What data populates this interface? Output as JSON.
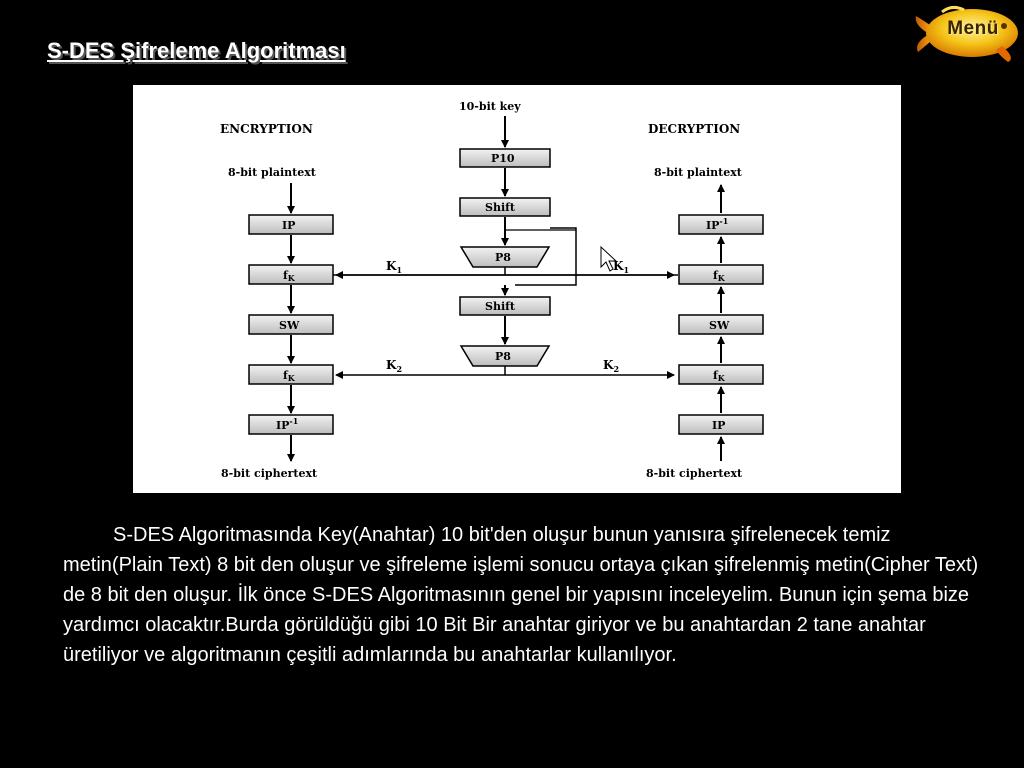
{
  "title": "S-DES Şifreleme Algoritması",
  "menu_button": {
    "label": "Menü",
    "icon": "sun-fish-icon"
  },
  "diagram": {
    "encryption": {
      "heading": "ENCRYPTION",
      "input": "8-bit plaintext",
      "blocks": [
        "IP",
        "f",
        "SW",
        "f",
        "IP"
      ],
      "output": "8-bit ciphertext"
    },
    "decryption": {
      "heading": "DECRYPTION",
      "output": "8-bit plaintext",
      "blocks": [
        "IP",
        "f",
        "SW",
        "f",
        "IP"
      ],
      "input": "8-bit ciphertext"
    },
    "key_schedule": {
      "input": "10-bit key",
      "blocks": [
        "P10",
        "Shift",
        "P8",
        "Shift",
        "P8"
      ]
    },
    "fk_subscript": "K",
    "ip_inverse_superscript": "-1",
    "k1_label": "K",
    "k1_subscript": "1",
    "k2_label": "K",
    "k2_subscript": "2"
  },
  "paragraph": "S-DES Algoritmasında Key(Anahtar) 10 bit'den oluşur bunun yanısıra şifrelenecek temiz metin(Plain Text) 8 bit den oluşur ve şifreleme işlemi sonucu ortaya çıkan şifrelenmiş metin(Cipher Text) de 8 bit den oluşur. İlk önce S-DES Algoritmasının genel bir yapısını inceleyelim. Bunun için şema bize yardımcı olacaktır.Burda görüldüğü gibi 10 Bit Bir anahtar giriyor ve bu anahtardan 2 tane anahtar üretiliyor ve algoritmanın çeşitli adımlarında bu anahtarlar kullanılıyor."
}
